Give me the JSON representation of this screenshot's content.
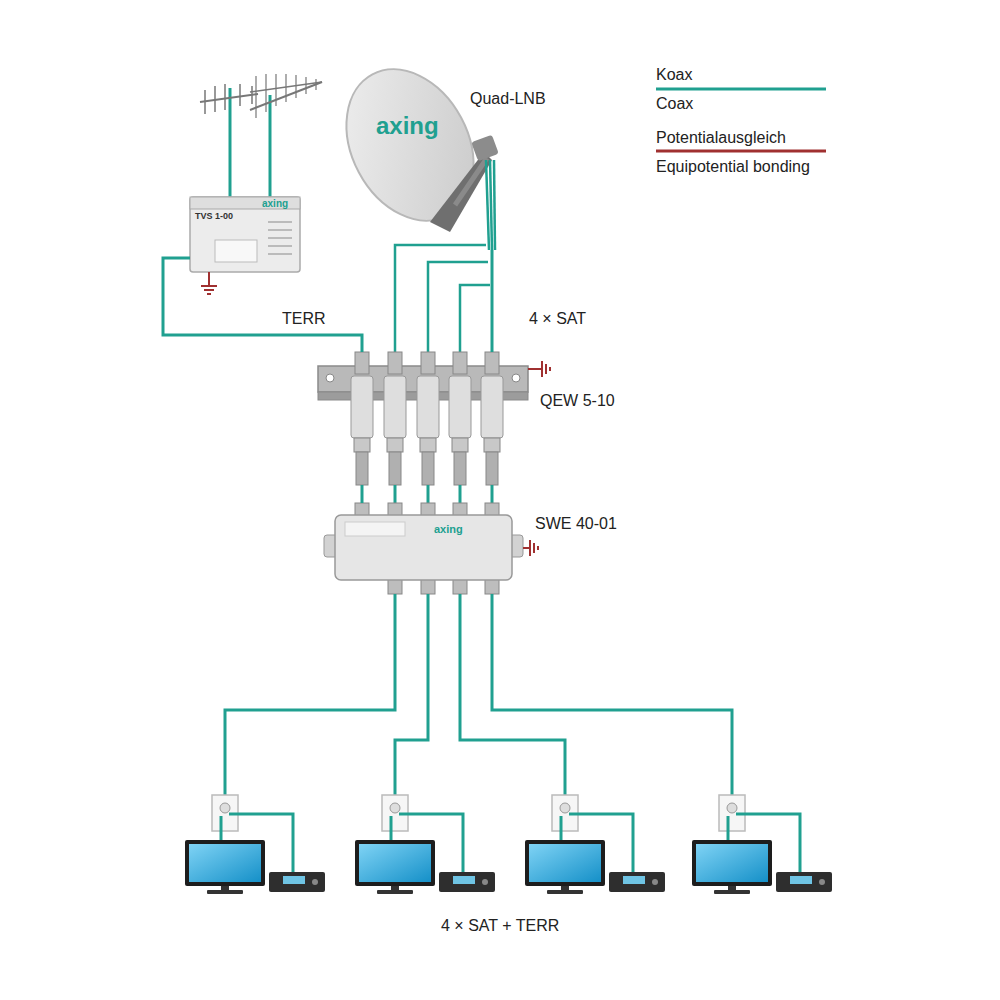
{
  "diagram": {
    "nodes": [
      {
        "text": [
          "TVS 1-00",
          "axing"
        ]
      },
      {
        "text": [
          "axing",
          "Quad-LNB"
        ]
      },
      {
        "text": [
          "QEW 5-10"
        ]
      },
      {
        "text": [
          "SWE 40-01",
          "axing"
        ]
      }
    ],
    "edges": [
      {
        "from": 0,
        "to": 2,
        "arrow": "none",
        "label": "TERR"
      },
      {
        "from": 1,
        "to": 2,
        "arrow": "none",
        "label": "4 × SAT"
      },
      {
        "from": 2,
        "to": 3,
        "arrow": "none"
      }
    ],
    "labels": [
      "4 × SAT + TERR"
    ],
    "legend": [
      {
        "text": "Koax"
      },
      {
        "text": "Coax"
      },
      {
        "text": "Potentialausgleich"
      },
      {
        "text": "Equipotential bonding"
      }
    ]
  }
}
